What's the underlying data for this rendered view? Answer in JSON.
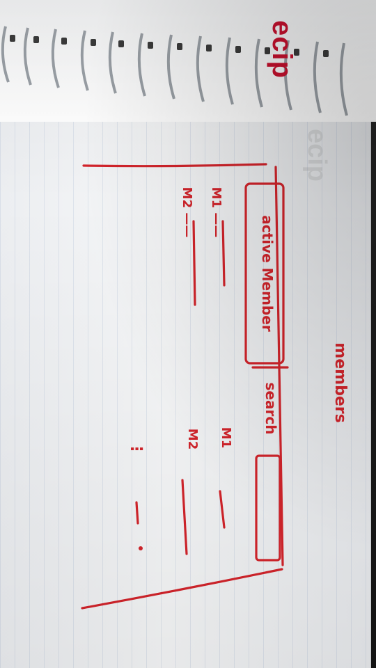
{
  "notebook": {
    "brand_text": "ecip",
    "ghost_brand_text": "ecip"
  },
  "sketch": {
    "page_heading": "members",
    "active_tab_label": "active Member",
    "search_label": "search",
    "left_list": [
      "M1 ——",
      "M2 ——"
    ],
    "right_list": [
      "M1",
      "M2",
      "⋮"
    ],
    "right_list_lines": [
      "——",
      "——",
      "— ·"
    ]
  },
  "colors": {
    "ink": "#d3242b",
    "brand": "#c8102e",
    "paper": "#f3f4f5"
  }
}
